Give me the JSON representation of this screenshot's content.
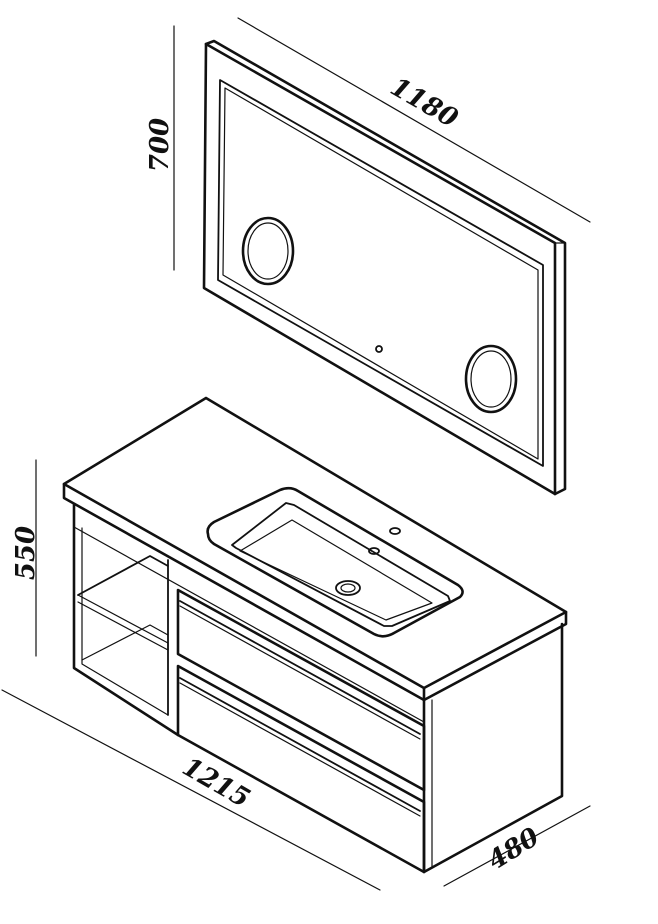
{
  "dimensions": {
    "mirror_width": "1180",
    "mirror_height": "700",
    "cabinet_height": "550",
    "cabinet_width": "1215",
    "cabinet_depth": "480"
  },
  "colors": {
    "line": "#111111",
    "background": "#ffffff"
  }
}
